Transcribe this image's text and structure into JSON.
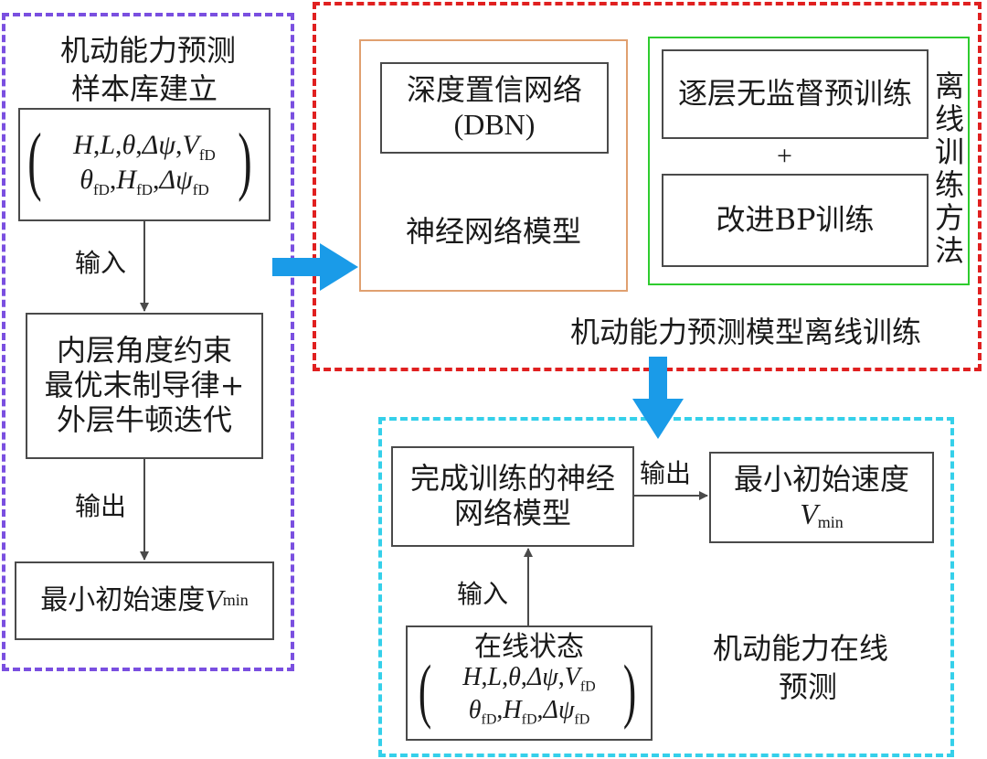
{
  "left_panel": {
    "title_line1": "机动能力预测",
    "title_line2": "样本库建立",
    "state_vector": {
      "row1": [
        "H",
        ",",
        "L",
        ",",
        "θ",
        ",",
        "Δψ",
        ",",
        "V",
        "fD"
      ],
      "row2": [
        "θ",
        "fD",
        ",",
        "H",
        "fD",
        ",",
        "Δψ",
        "fD"
      ]
    },
    "input_label": "输入",
    "method_lines": [
      "内层角度约束",
      "最优末制导律+",
      "外层牛顿迭代"
    ],
    "output_label": "输出",
    "result_prefix": "最小初始速度",
    "result_var": "V",
    "result_sub": "min"
  },
  "offline_panel": {
    "model_box": {
      "line1": "深度置信网络",
      "line2": "(DBN)"
    },
    "model_caption": "神经网络模型",
    "pretrain_label": "逐层无监督预训练",
    "plus": "+",
    "bp_label": "改进BP训练",
    "method_vertical": [
      "离",
      "线",
      "训",
      "练",
      "方",
      "法"
    ],
    "caption": "机动能力预测模型离线训练"
  },
  "online_panel": {
    "trained_model": [
      "完成训练的神经",
      "网络模型"
    ],
    "output_label": "输出",
    "result": {
      "line1": "最小初始速度",
      "var": "V",
      "sub": "min"
    },
    "input_label": "输入",
    "state_title": "在线状态",
    "state_vector": {
      "row1": [
        "H",
        ",",
        "L",
        ",",
        "θ",
        ",",
        "Δψ",
        ",",
        "V",
        "fD"
      ],
      "row2": [
        "θ",
        "fD",
        ",",
        "H",
        "fD",
        ",",
        "Δψ",
        "fD"
      ]
    },
    "caption_line1": "机动能力在线",
    "caption_line2": "预测"
  },
  "colors": {
    "left_border": "#7a4fe0",
    "offline_border": "#e02020",
    "online_border": "#35d0ea",
    "model_box_border": "#e0a070",
    "method_box_border": "#2ecc2e",
    "flow_arrow": "#1a9be8",
    "line": "#4a4a4a"
  }
}
